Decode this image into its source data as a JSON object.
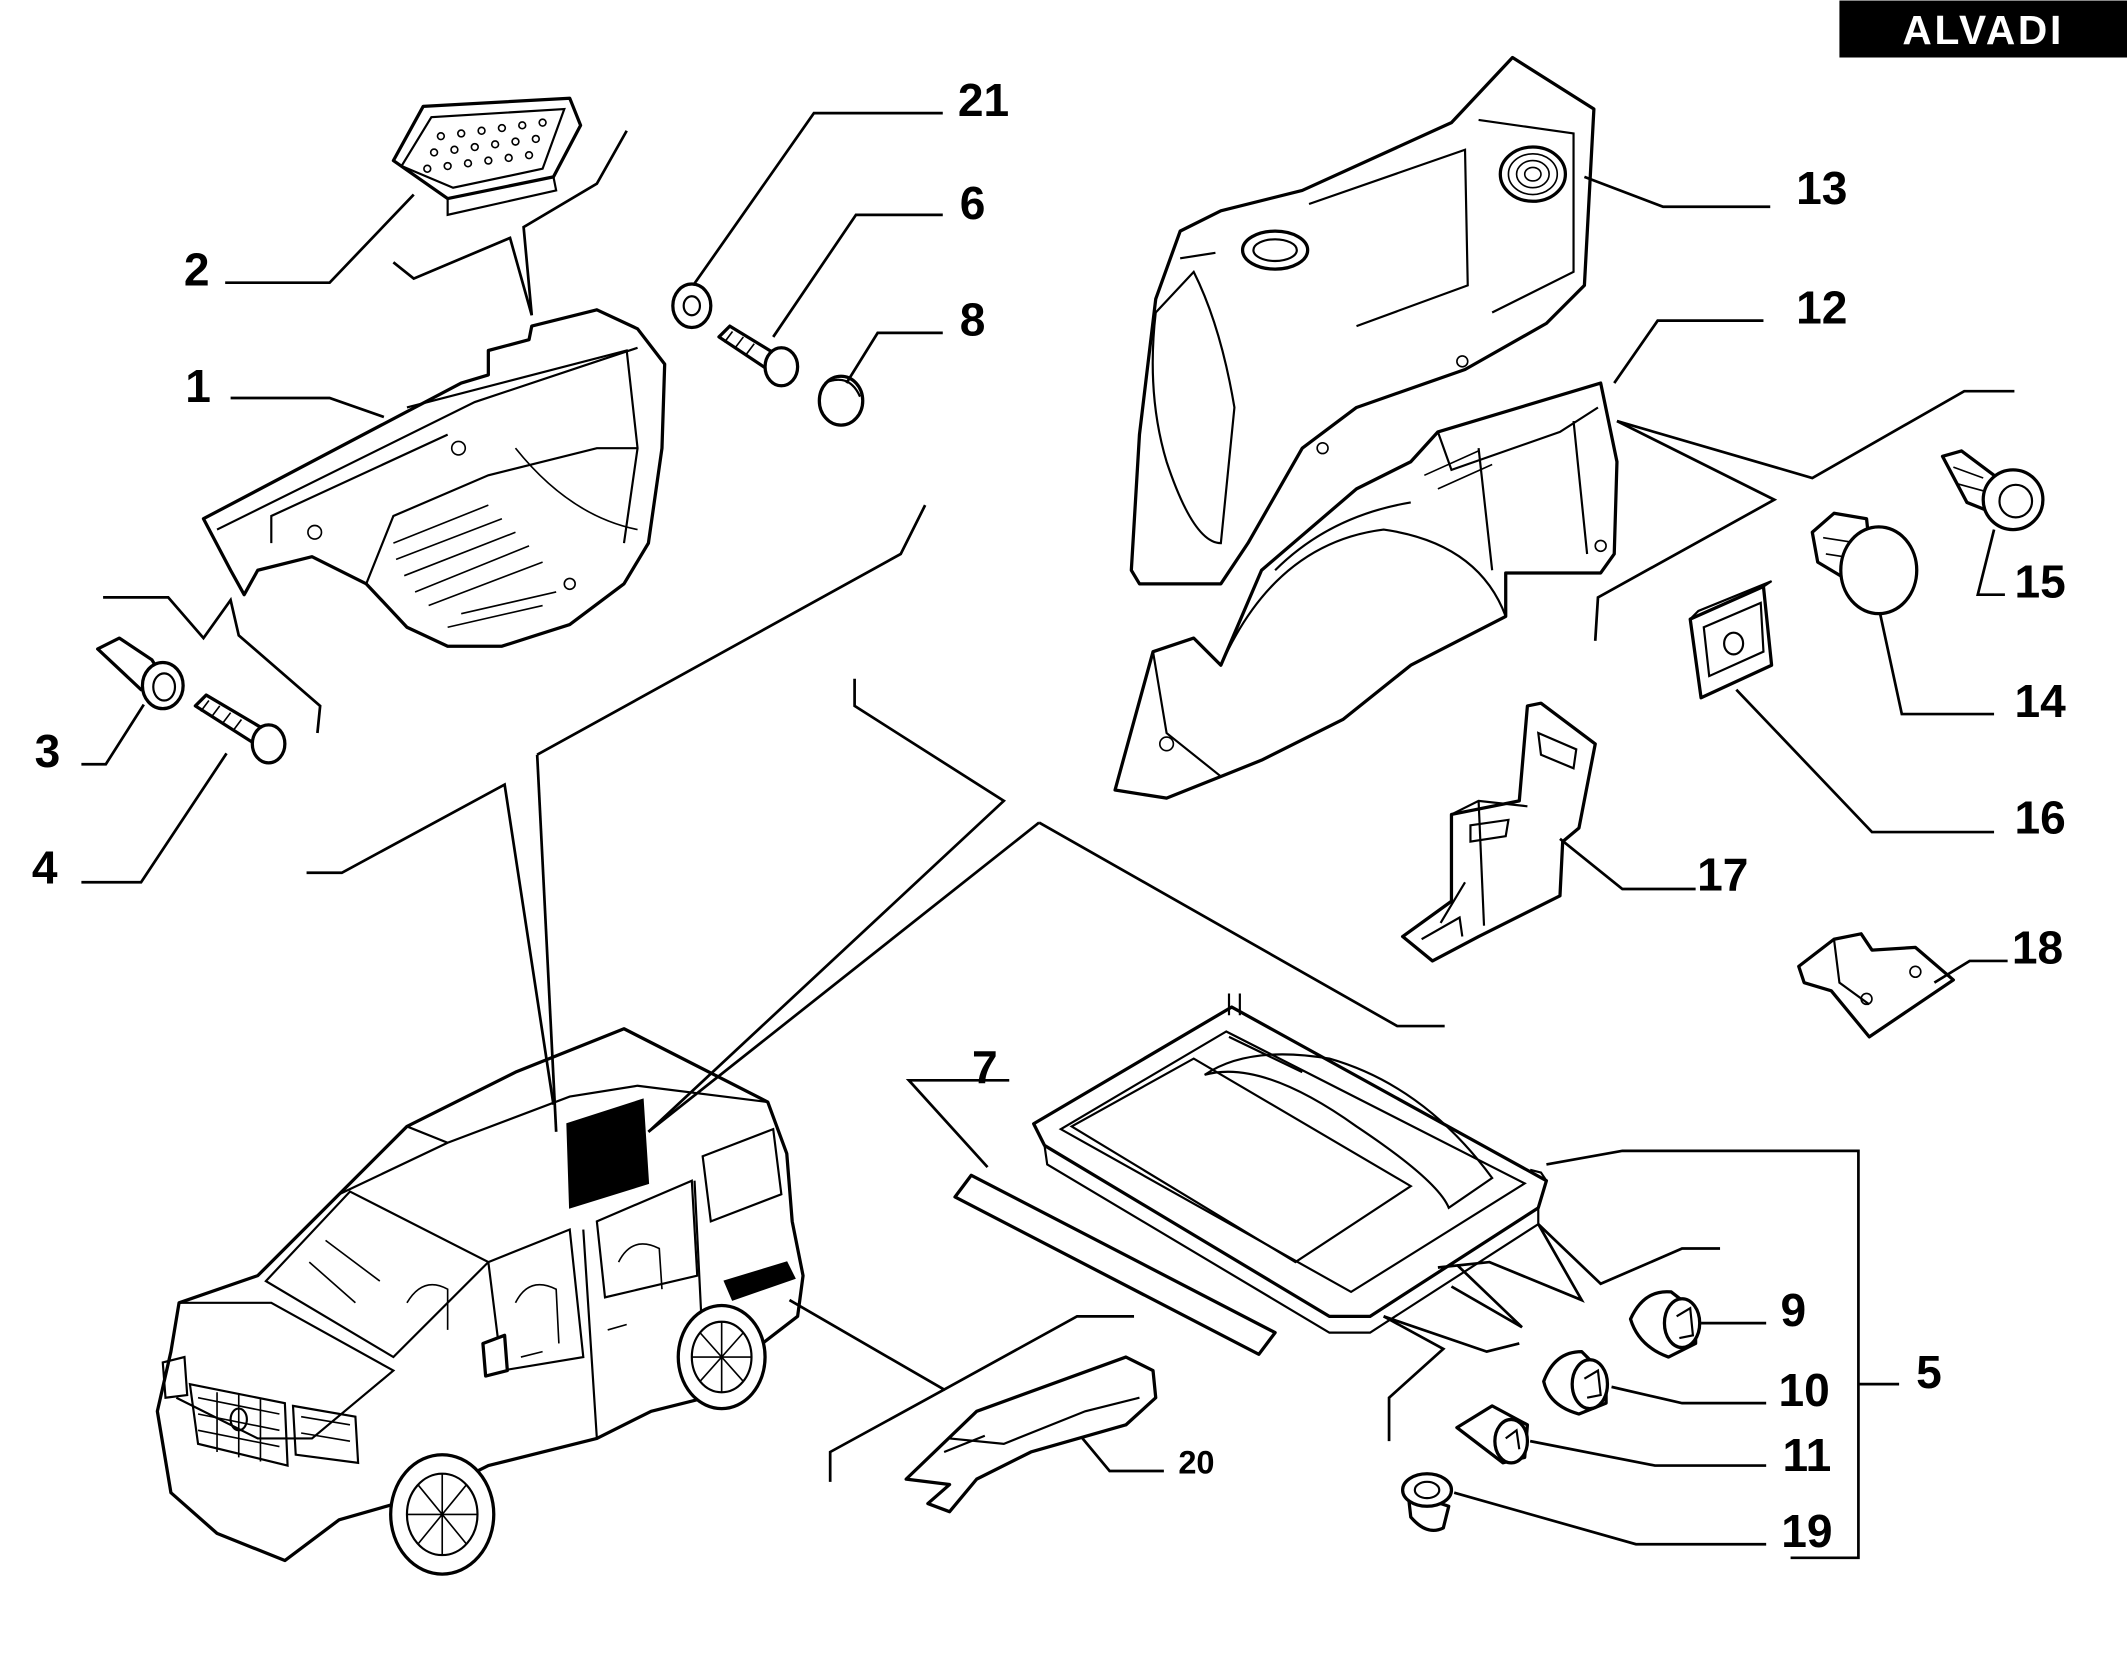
{
  "brand": {
    "label": "ALVADI"
  },
  "callouts": {
    "c1": "1",
    "c2": "2",
    "c3": "3",
    "c4": "4",
    "c5": "5",
    "c6": "6",
    "c7": "7",
    "c8": "8",
    "c9": "9",
    "c10": "10",
    "c11": "11",
    "c12": "12",
    "c13": "13",
    "c14": "14",
    "c15": "15",
    "c16": "16",
    "c17": "17",
    "c18": "18",
    "c19": "19",
    "c20": "20",
    "c21": "21"
  },
  "icons": [
    "van-illustration",
    "step-trim-panel",
    "foot-plate",
    "wheel-arch-liner",
    "side-trim-panel",
    "load-floor-panel",
    "clip-fastener",
    "bolt",
    "washer",
    "cap",
    "bracket",
    "sill-strip",
    "cover"
  ]
}
